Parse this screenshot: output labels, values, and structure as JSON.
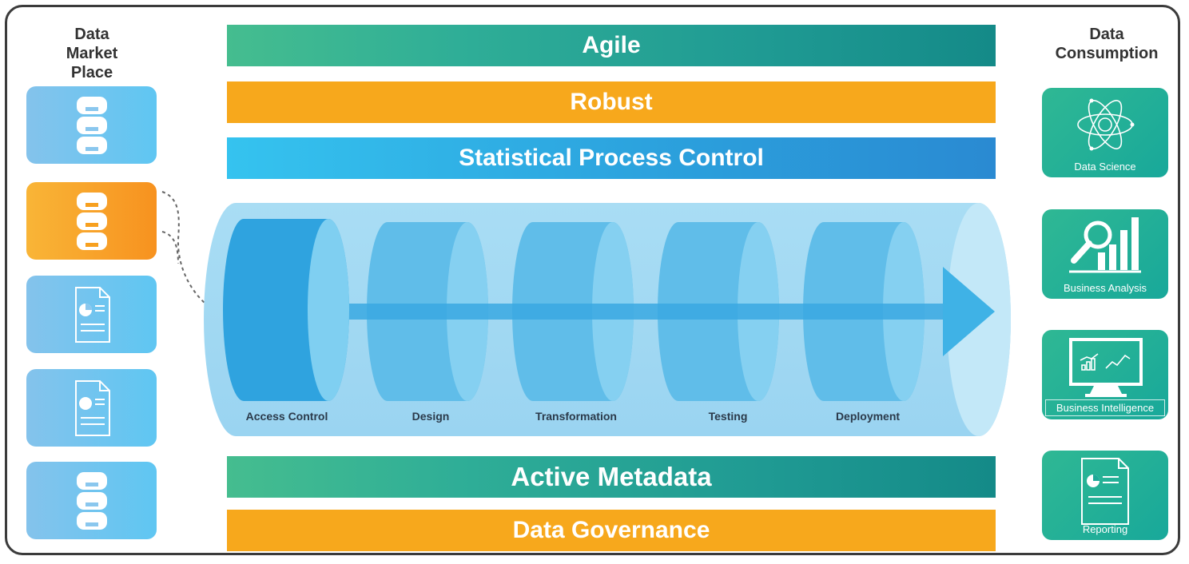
{
  "left_column": {
    "title_line1": "Data",
    "title_line2": "Market Place",
    "cards": [
      {
        "icon": "database-icon",
        "color": "#6cc4f0"
      },
      {
        "icon": "database-icon",
        "color": "#f7a01f"
      },
      {
        "icon": "report-pie-icon",
        "color": "#6cc4f0"
      },
      {
        "icon": "report-dot-icon",
        "color": "#6cc4f0"
      },
      {
        "icon": "database-icon",
        "color": "#6cc4f0"
      }
    ]
  },
  "right_column": {
    "title_line1": "Data",
    "title_line2": "Consumption",
    "cards": [
      {
        "label": "Data Science",
        "icon": "atom-icon"
      },
      {
        "label": "Business Analysis",
        "icon": "magnifier-bar-chart-icon"
      },
      {
        "label": "Business Intelligence",
        "icon": "monitor-chart-icon"
      },
      {
        "label": "Reporting",
        "icon": "report-pie-icon"
      }
    ]
  },
  "bands": {
    "agile": "Agile",
    "robust": "Robust",
    "spc": "Statistical Process Control",
    "active_metadata": "Active Metadata",
    "data_governance": "Data Governance"
  },
  "pipeline": {
    "stages": [
      "Access Control",
      "Design",
      "Transformation",
      "Testing",
      "Deployment"
    ]
  },
  "colors": {
    "green": "#1f9a93",
    "orange": "#f7a81c",
    "blue": "#2b9fdc",
    "pipe": "#9ed8f3",
    "border": "#3b3b3b"
  }
}
